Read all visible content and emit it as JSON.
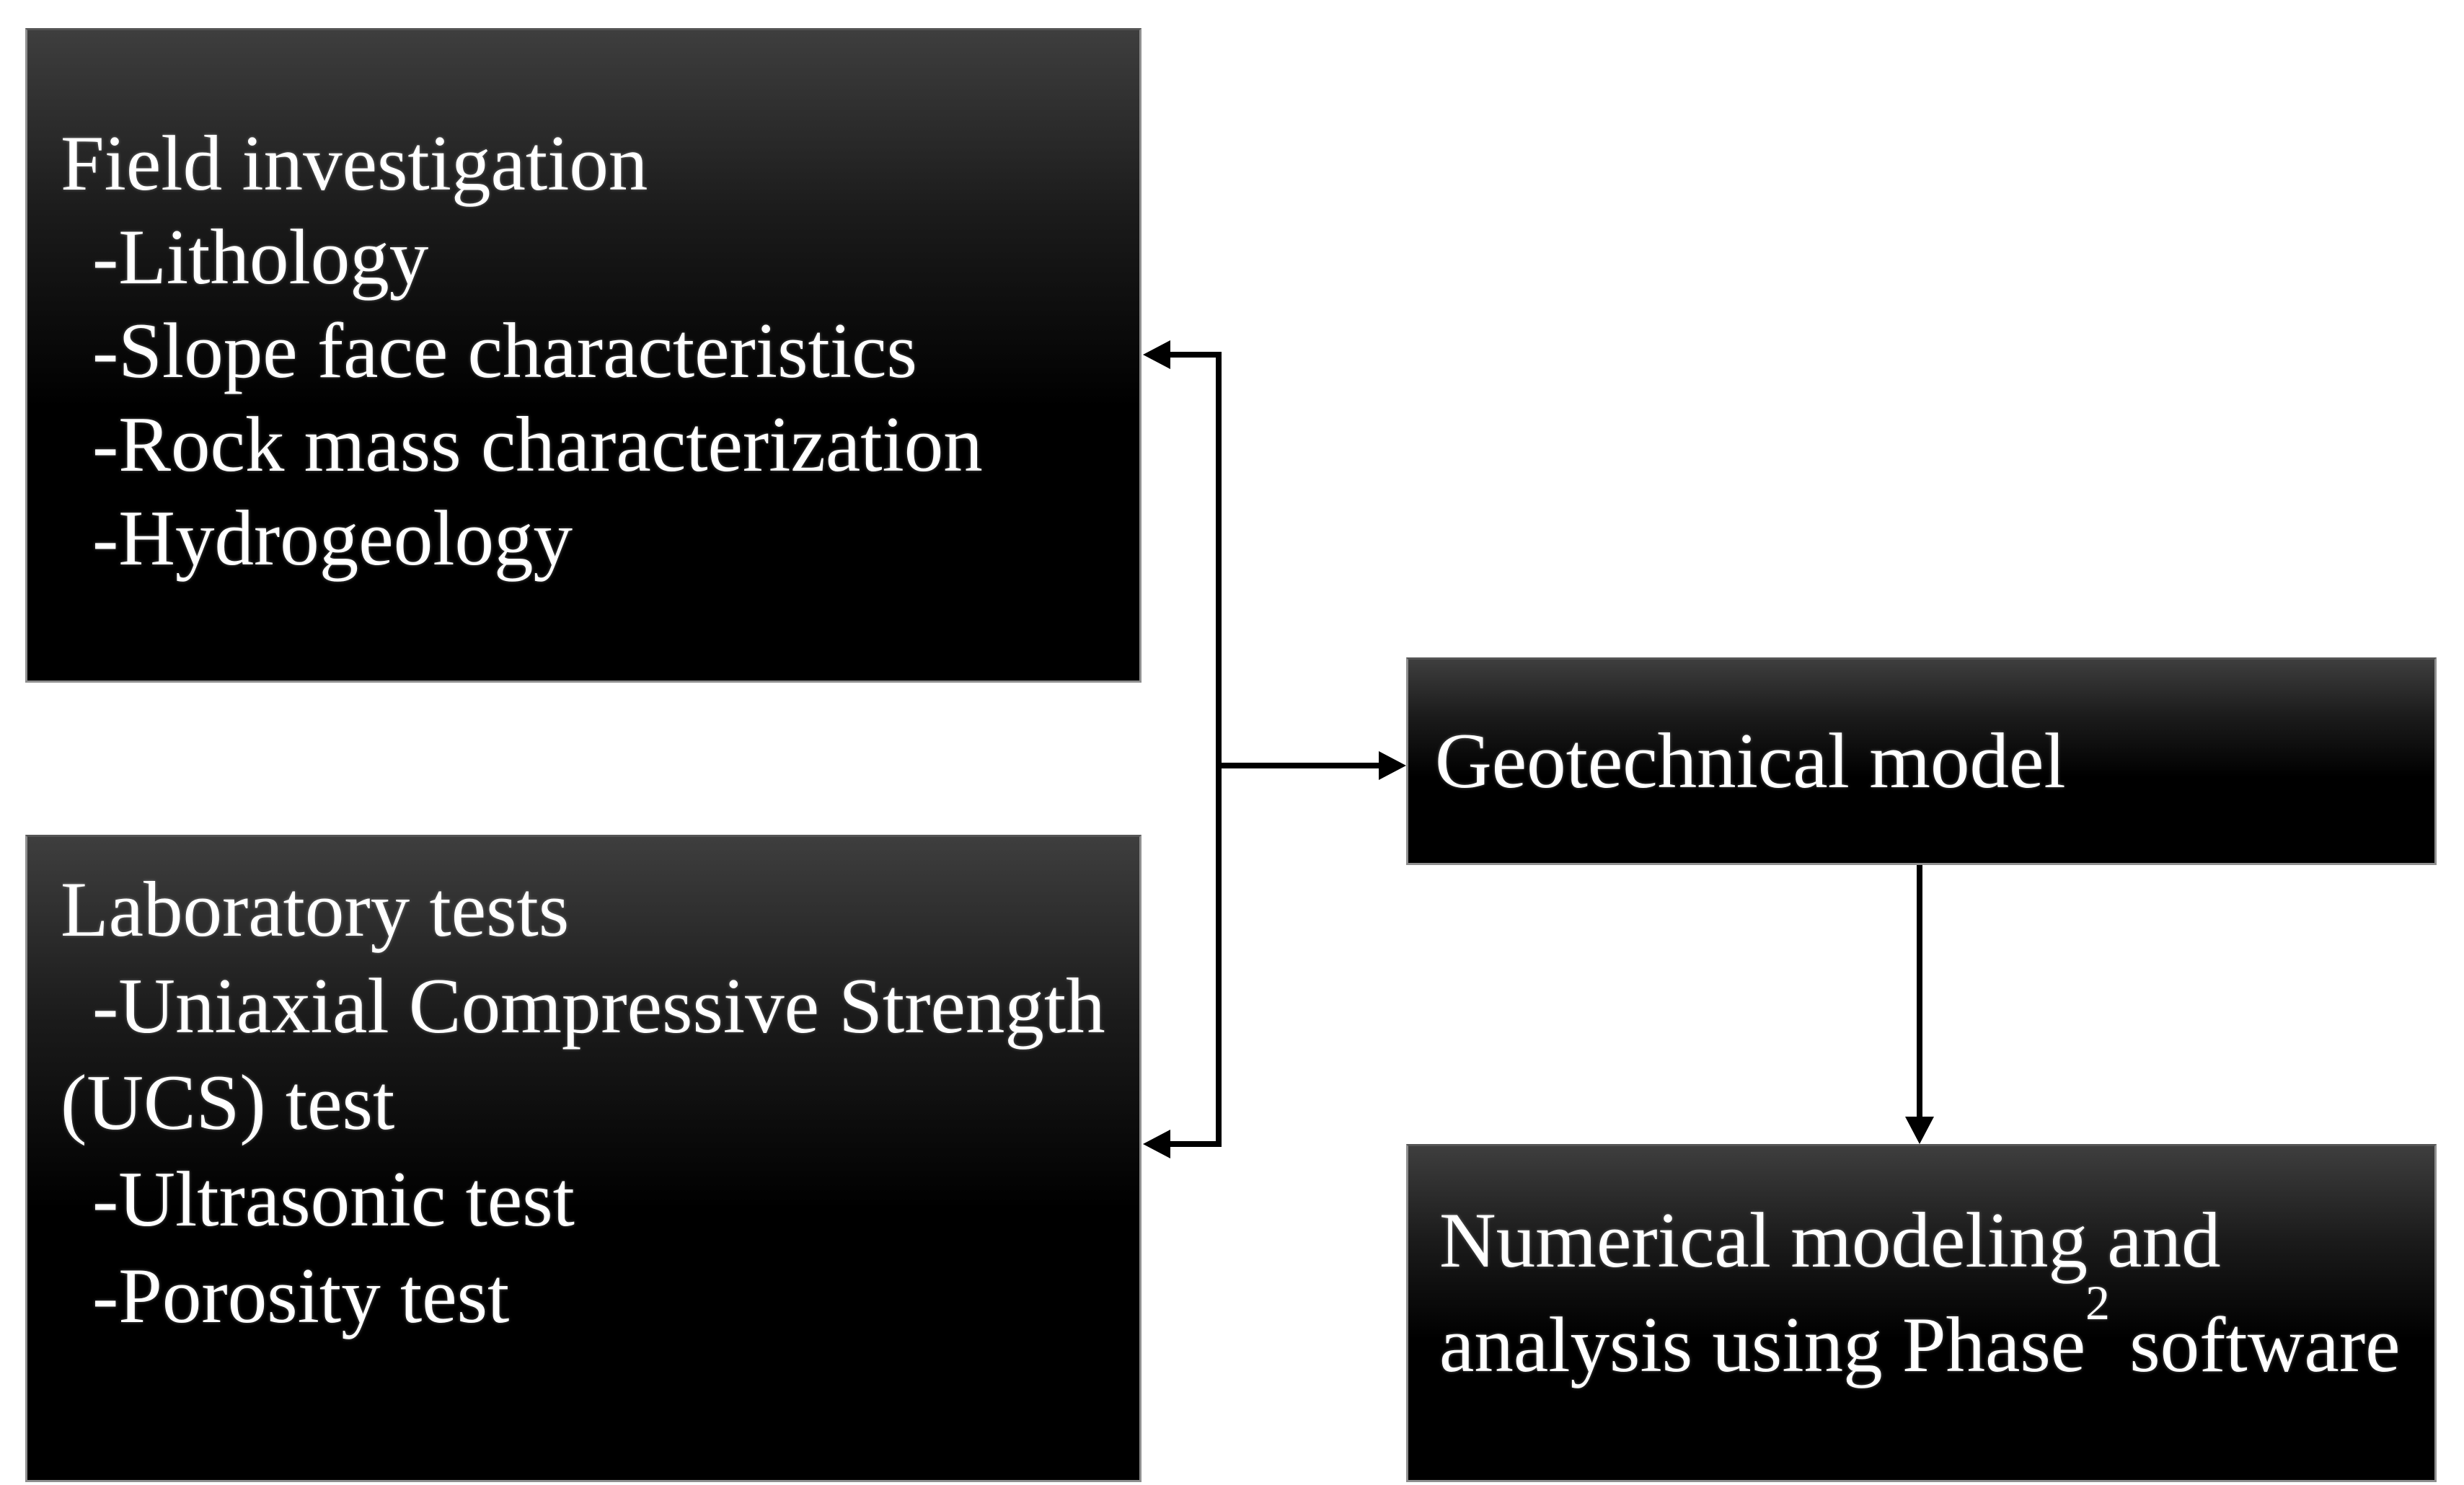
{
  "figure": {
    "background": "#ffffff",
    "type": "flowchart"
  },
  "colors": {
    "box_gradient_top": "#3e3e3e",
    "box_gradient_bottom": "#000000",
    "box_border": "#8f8f8f",
    "box_text": "#ffffff",
    "connector": "#000000"
  },
  "boxes": {
    "field_investigation": {
      "title": "Field investigation",
      "items": [
        "-Lithology",
        "-Slope face characteristics",
        "-Rock mass characterization",
        "-Hydrogeology"
      ]
    },
    "laboratory_tests": {
      "title": "Laboratory tests",
      "lines": [
        "-Uniaxial Compressive Strength",
        "(UCS) test",
        "-Ultrasonic test",
        "-Porosity test"
      ]
    },
    "geotechnical_model": {
      "title": "Geotechnical model"
    },
    "numerical_modeling": {
      "line1": "Numerical modeling and",
      "line2_pre": "analysis using Phase",
      "line2_sup": "2",
      "line2_post": " software"
    }
  },
  "edges": [
    {
      "from": "field_investigation",
      "to": "geotechnical_model",
      "style": "double-headed bracket"
    },
    {
      "from": "laboratory_tests",
      "to": "geotechnical_model",
      "style": "double-headed bracket"
    },
    {
      "from": "geotechnical_model",
      "to": "numerical_modeling",
      "style": "arrow-down"
    }
  ]
}
